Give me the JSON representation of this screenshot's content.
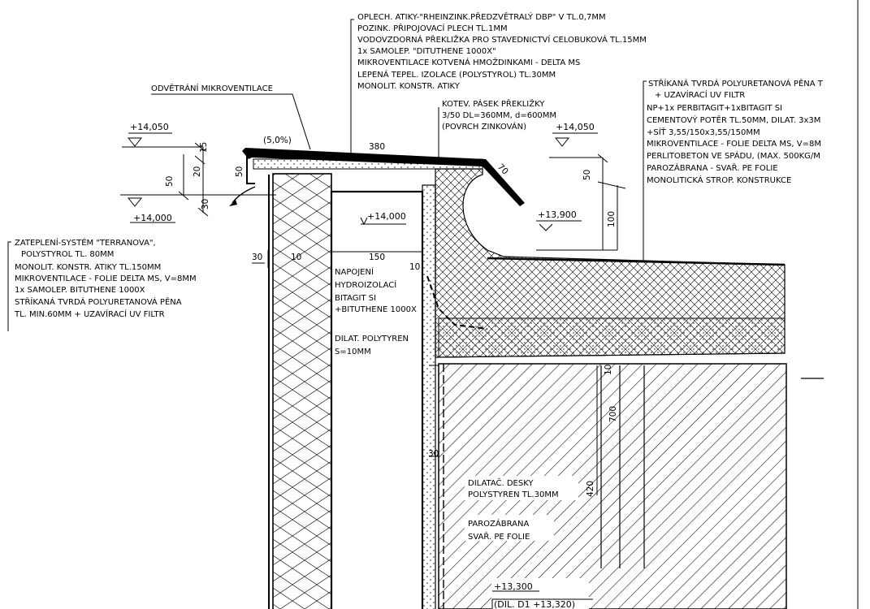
{
  "labels": {
    "top_notes": [
      "OPLECH. ATIKY-\"RHEINZINK.PŘEDZVĚTRALÝ DBP\" V TL.0,7MM",
      "POZINK. PŘIPOJOVACÍ PLECH TL.1MM",
      "VODOVZDORNÁ PŘEKLIŽKA PRO STAVEDNICTVÍ CELOBUKOVÁ TL.15MM",
      "1x SAMOLEP. \"DITUTHENE 1000X\"",
      "MIKROVENTILACE KOTVENÁ HMOŽDINKAMI - DELTA MS",
      "LEPENÁ TEPEL. IZOLACE (POLYSTYROL) TL.30MM",
      "MONOLIT. KONSTR. ATIKY"
    ],
    "right_notes": [
      "STŘÍKANÁ TVRDÁ POLYURETANOVÁ PĚNA T",
      "+ UZAVÍRACÍ UV FILTR",
      "NP+1x PERBITAGIT+1xBITAGIT SI",
      "CEMENTOVÝ POTĚR TL.50MM, DILAT. 3x3M",
      "+SÍŤ 3,55/150x3,55/150MM",
      "MIKROVENTILACE - FOLIE DELTA MS, V=8M",
      "PERLITOBETON VE SPÁDU, (MAX. 500KG/M",
      "PAROZÁBRANA - SVAŘ. PE FOLIE",
      "MONOLITICKÁ STROP. KONSTRUKCE"
    ],
    "left_notes": [
      "ZATEPLENÍ-SYSTÉM \"TERRANOVA\",",
      "POLYSTYROL TL. 80MM",
      "MONOLIT. KONSTR. ATIKY TL.150MM",
      "MIKROVENTILACE - FOLIE DELTA MS, V=8MM",
      "1x SAMOLEP. BITUTHENE 1000X",
      "STŘÍKANÁ TVRDÁ POLYURETANOVÁ PĚNA",
      "TL. MIN.60MM + UZAVÍRACÍ UV FILTR"
    ],
    "ventilation": "ODVĚTRÁNÍ MIKROVENTILACE",
    "anchor_strip": [
      "KOTEV. PÁSEK PŘEKLIŽKY",
      "3/50 DL=360MM, d=600MM",
      "(POVRCH ZINKOVÁN)"
    ],
    "waterproof_joint": [
      "NAPOJENÍ",
      "HYDROIZOLACÍ",
      "BITAGIT SI",
      "+BITUTHENE 1000X"
    ],
    "dilat_polystyrene": [
      "DILAT. POLYTYREN",
      "S=10MM"
    ],
    "slab_joint": [
      "DILATAČ. DESKY",
      "POLYSTYREN TL.30MM"
    ],
    "vapour_barrier": [
      "PAROZÁBRANA",
      "SVAŘ. PE FOLIE"
    ],
    "bottom_level": "(DIL. D1 +13,320)"
  },
  "levels": {
    "top_left": "+14,050",
    "mid_left": "+14,000",
    "inner": "+14,000",
    "right_top": "+14,050",
    "right_low": "+13,900",
    "bottom": "+13,300"
  },
  "dimensions": {
    "slope": "(5,0%)",
    "coping_width": "380",
    "d15": "15",
    "d20": "20",
    "d50_left": "50",
    "d50_vert": "50",
    "d30_vert": "30",
    "d70": "70",
    "d50_right": "50",
    "d100": "100",
    "d30_horiz": "30",
    "d10_left": "10",
    "wall_150": "150",
    "d10_right": "10",
    "d30_lower": "30",
    "d420": "420",
    "d700": "700",
    "d10_lower": "10"
  }
}
